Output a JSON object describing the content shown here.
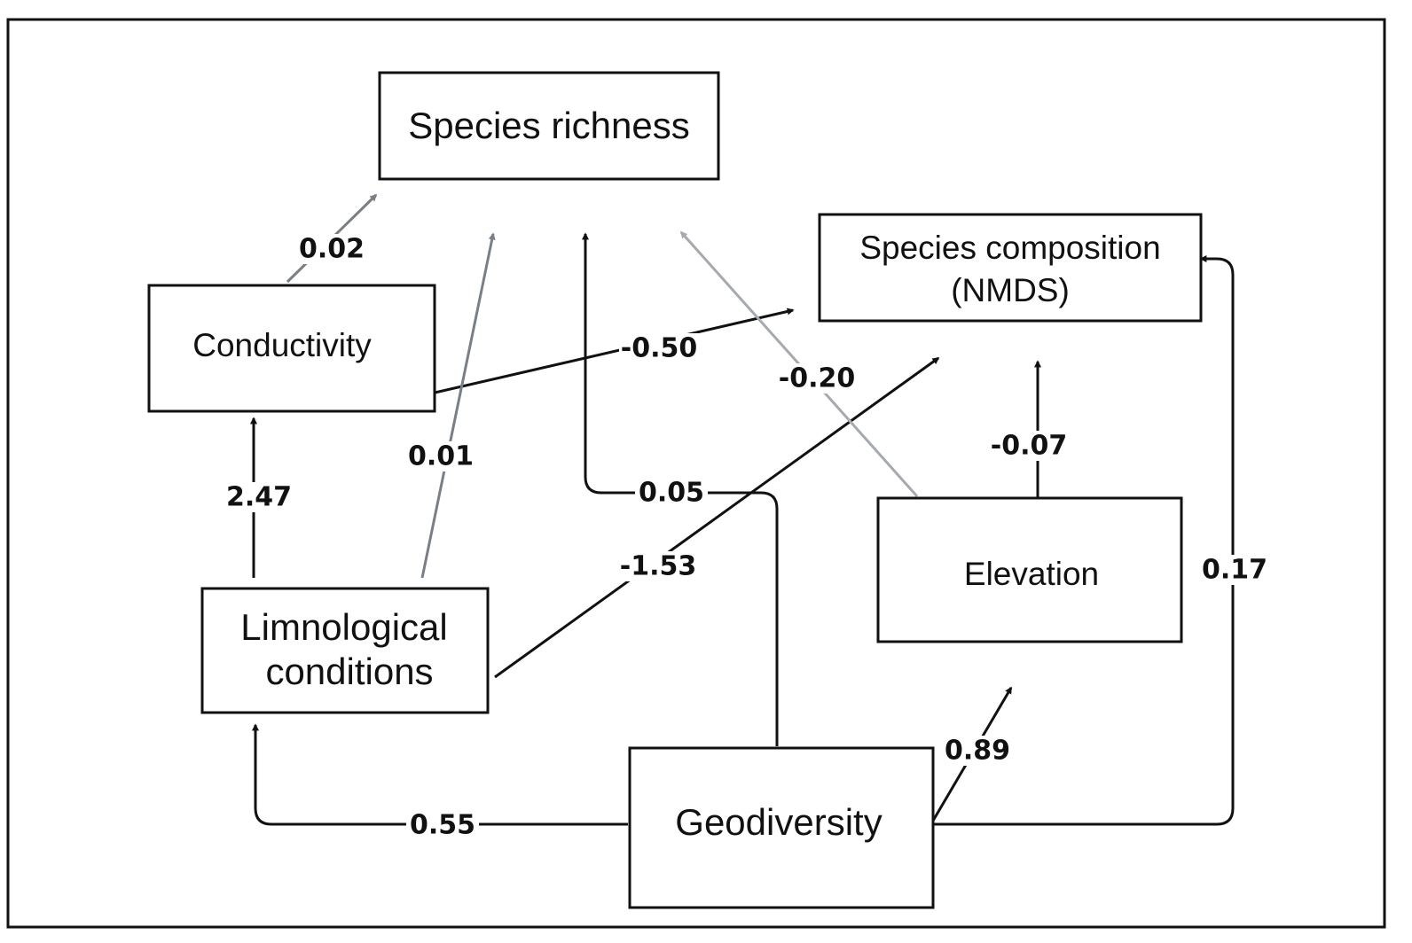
{
  "nodes": {
    "species_richness": {
      "lines": [
        "Species richness"
      ]
    },
    "species_composition": {
      "lines": [
        "Species composition",
        "(NMDS)"
      ]
    },
    "conductivity": {
      "lines": [
        "Conductivity"
      ]
    },
    "limnological": {
      "lines": [
        "Limnological",
        "conditions"
      ]
    },
    "elevation": {
      "lines": [
        "Elevation"
      ]
    },
    "geodiversity": {
      "lines": [
        "Geodiversity"
      ]
    }
  },
  "edges": {
    "cond_richness": {
      "from": "Conductivity",
      "to": "Species richness",
      "coefficient": "0.02",
      "color": "#7a7f86"
    },
    "cond_composition": {
      "from": "Conductivity",
      "to": "Species composition (NMDS)",
      "coefficient": "-0.50",
      "color": "#111111"
    },
    "limno_cond": {
      "from": "Limnological conditions",
      "to": "Conductivity",
      "coefficient": "2.47",
      "color": "#111111"
    },
    "limno_richness": {
      "from": "Limnological conditions",
      "to": "Species richness",
      "coefficient": "0.01",
      "color": "#7a7f86"
    },
    "limno_composition": {
      "from": "Limnological conditions",
      "to": "Species composition (NMDS)",
      "coefficient": "-1.53",
      "color": "#111111"
    },
    "geo_richness": {
      "from": "Geodiversity",
      "to": "Species richness",
      "coefficient": "0.05",
      "color": "#111111"
    },
    "elev_richness": {
      "from": "Elevation",
      "to": "Species richness",
      "coefficient": "-0.20",
      "color": "#a6a9ad"
    },
    "elev_composition": {
      "from": "Elevation",
      "to": "Species composition (NMDS)",
      "coefficient": "-0.07",
      "color": "#111111"
    },
    "geo_limno": {
      "from": "Geodiversity",
      "to": "Limnological conditions",
      "coefficient": "0.55",
      "color": "#111111"
    },
    "geo_elev": {
      "from": "Geodiversity",
      "to": "Elevation",
      "coefficient": "0.89",
      "color": "#111111"
    },
    "geo_composition": {
      "from": "Geodiversity",
      "to": "Species composition (NMDS)",
      "coefficient": "0.17",
      "color": "#111111"
    }
  }
}
